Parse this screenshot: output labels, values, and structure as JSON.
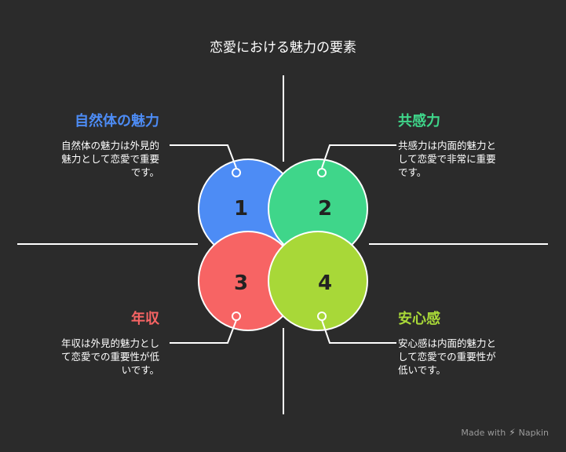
{
  "title": "恋愛における魅力の要素",
  "colors": {
    "background": "#2b2b2b",
    "blue": "#4d8cf5",
    "green": "#3fd68a",
    "red": "#f76464",
    "lime": "#a8d838",
    "line": "#ffffff"
  },
  "quadrants": [
    {
      "number": "1",
      "heading": "自然体の魅力",
      "desc_lines": [
        "自然体の魅力は外見的",
        "魅力として恋愛で重要",
        "です。"
      ]
    },
    {
      "number": "2",
      "heading": "共感力",
      "desc_lines": [
        "共感力は内面的魅力と",
        "して恋愛で非常に重要",
        "です。"
      ]
    },
    {
      "number": "3",
      "heading": "年収",
      "desc_lines": [
        "年収は外見的魅力とし",
        "て恋愛での重要性が低",
        "いです。"
      ]
    },
    {
      "number": "4",
      "heading": "安心感",
      "desc_lines": [
        "安心感は内面的魅力と",
        "して恋愛での重要性が",
        "低いです。"
      ]
    }
  ],
  "footer": {
    "made_with": "Made with",
    "brand": "Napkin"
  }
}
